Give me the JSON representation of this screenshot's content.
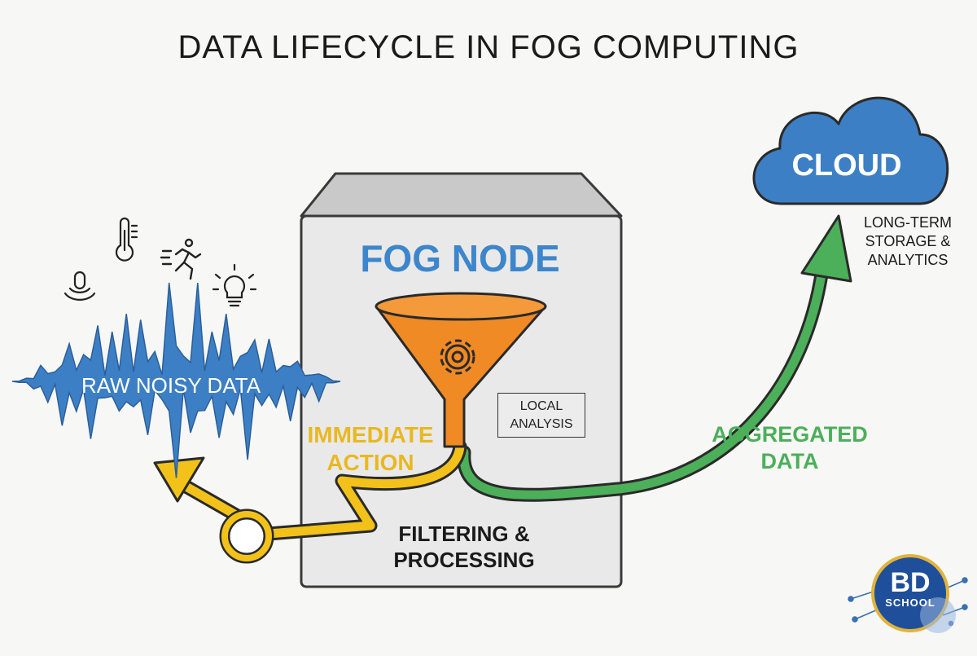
{
  "title": "DATA LIFECYCLE IN FOG COMPUTING",
  "fog_node": {
    "label": "FOG NODE"
  },
  "cloud": {
    "label": "CLOUD",
    "caption": "LONG-TERM\nSTORAGE &\nANALYTICS"
  },
  "raw_data": {
    "label": "RAW NOISY DATA"
  },
  "immediate_action": {
    "label": "IMMEDIATE\nACTION"
  },
  "aggregated_data": {
    "label": "AGGREGATED\nDATA"
  },
  "local_analysis": {
    "label": "LOCAL\nANALYSIS"
  },
  "filtering": {
    "label": "FILTERING &\nPROCESSING"
  },
  "logo": {
    "main": "BD",
    "sub": "SCHOOL"
  },
  "sensor_icons": [
    "proximity-sensor-icon",
    "thermometer-icon",
    "running-person-icon",
    "lightbulb-icon"
  ],
  "colors": {
    "fog_title": "#3d86cc",
    "cloud": "#3d7fc4",
    "wave": "#3d7fc4",
    "funnel": "#f08a24",
    "immediate": "#f2c21b",
    "aggregated": "#4caf5a",
    "node_face": "#e9e9e9",
    "logo": "#1f4f9a"
  }
}
